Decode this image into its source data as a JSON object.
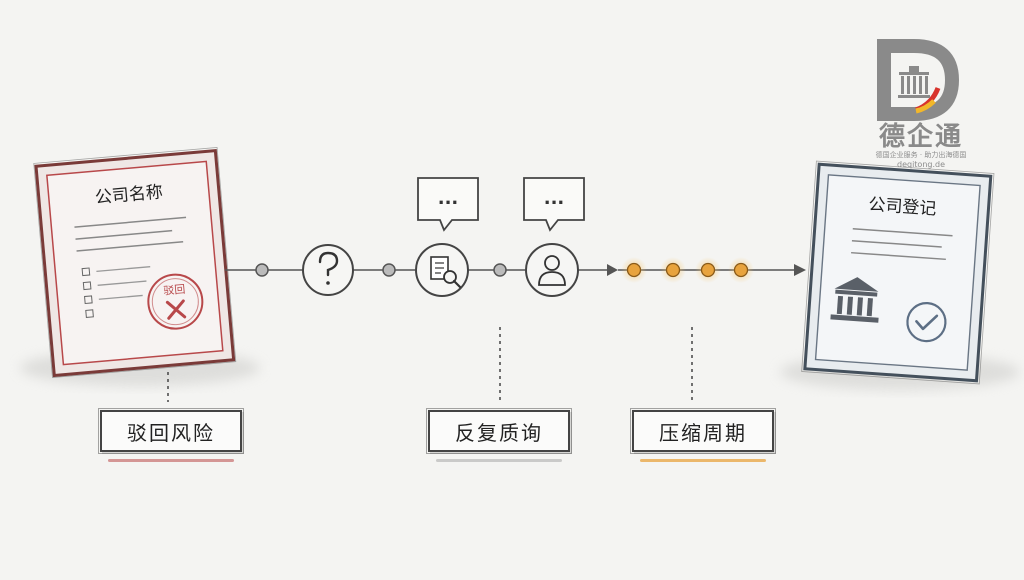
{
  "left_doc": {
    "title": "公司名称",
    "stamp_text": "驳回"
  },
  "right_doc": {
    "title": "公司登记"
  },
  "labels": {
    "reject_risk": "驳回风险",
    "repeated_query": "反复质询",
    "shorten_cycle": "压缩周期"
  },
  "bubbles": {
    "first": "...",
    "second": "..."
  },
  "logo": {
    "letter": "D",
    "name": "德企通",
    "tagline": "德国企业服务 · 助力出海德国",
    "domain": "deqitong.de"
  },
  "colors": {
    "reject_red": "#b8484a",
    "accent_orange": "#e8a33d",
    "check_blue": "#5d6f85",
    "logo_gray": "#8a8a8a",
    "logo_flag_red": "#d8332c",
    "logo_flag_gold": "#f2b72a"
  },
  "icons": [
    "question-icon",
    "document-search-icon",
    "user-icon",
    "bank-icon",
    "checkmark-icon",
    "reject-x-icon"
  ]
}
